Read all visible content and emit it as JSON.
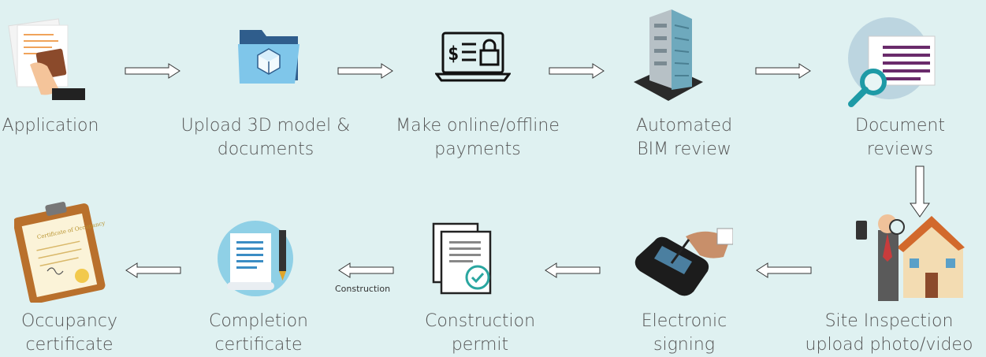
{
  "steps": {
    "application": "Application",
    "upload_1": "Upload 3D model &",
    "upload_2": "documents",
    "payment_1": "Make online/offline",
    "payment_2": "payments",
    "bim_1": "Automated",
    "bim_2": "BIM review",
    "docrev_1": "Document",
    "docrev_2": "reviews",
    "site_1": "Site Inspection",
    "site_2": "upload photo/video",
    "esign_1": "Electronic",
    "esign_2": "signing",
    "permit_1": "Construction",
    "permit_2": "permit",
    "completion_1": "Completion",
    "completion_2": "certificate",
    "occupancy_1": "Occupancy",
    "occupancy_2": "certificate"
  },
  "arrow_labels": {
    "construction": "Construction"
  },
  "icons": {
    "application": "application-form-icon",
    "upload": "3d-model-folder-icon",
    "payment": "laptop-payment-lock-icon",
    "bim": "building-icon",
    "docrev": "document-magnifier-icon",
    "site": "inspector-house-icon",
    "esign": "signature-pad-icon",
    "permit": "permit-document-check-icon",
    "completion": "certificate-scroll-pen-icon",
    "occupancy": "clipboard-certificate-icon"
  }
}
